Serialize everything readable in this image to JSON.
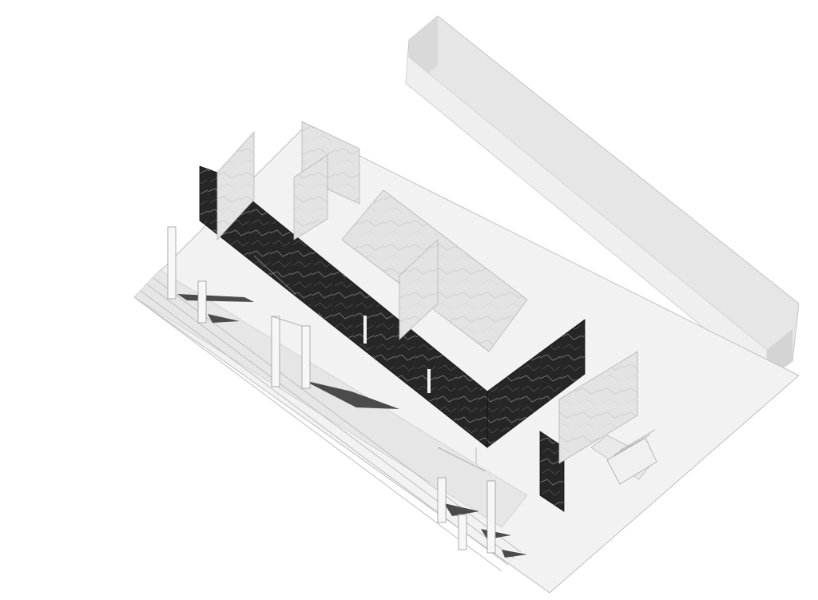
{
  "drawing": {
    "kind": "axonometric architectural drawing",
    "colors": {
      "background": "#ffffff",
      "plinth": "#ececec",
      "plinth_edge": "#bdbdbd",
      "wall_marble_light": "#e4e4e4",
      "wall_marble_dark": "#262626",
      "marble_vein": "#8a8a8a",
      "shadow": "#4a4a4a",
      "column": "#f7f7f7",
      "line": "#9a9a9a"
    },
    "elements": [
      "side-wall",
      "ground-plinth",
      "steps",
      "dark-marble-wall",
      "light-partition-walls",
      "columns",
      "cast-shadows",
      "stair"
    ]
  }
}
